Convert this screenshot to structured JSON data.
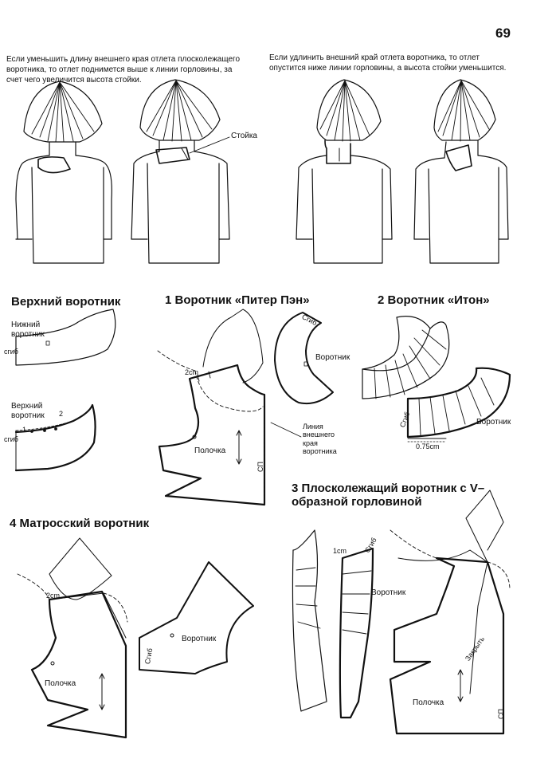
{
  "page_number": "69",
  "notes": {
    "left": "Если уменьшить длину внешнего края отлета плосколежащего воротника, то отлет поднимется выше к линии горловины, за счет чего увеличится высота стойки.",
    "right": "Если удлинить внешний край отлета воротника, то отлет опустится ниже линии горловины, а высота стойки уменьшится.",
    "stand_label": "Стойка"
  },
  "sections": {
    "upper_collar": {
      "title": "Верхний воротник",
      "lower_collar": "Нижний воротник",
      "upper_collar": "Верхний воротник",
      "fold": "сгиб",
      "mark_1": "1",
      "mark_2": "2"
    },
    "peter_pan": {
      "title": "1 Воротник «Питер Пэн»",
      "fold": "Сгиб",
      "collar": "Воротник",
      "measure": "2cm",
      "front": "Полочка",
      "cf": "СП",
      "line_label": "Линия внешнего края воротника"
    },
    "eton": {
      "title": "2 Воротник «Итон»",
      "fold": "Сгиб",
      "collar": "Воротник",
      "measure": "0.75cm"
    },
    "flat_v": {
      "title": "3 Плосколежащий воротник с V–образной горловиной",
      "measure": "1cm",
      "fold": "Сгиб",
      "collar": "Воротник",
      "close": "Закрыть",
      "front": "Полочка",
      "cf": "СП"
    },
    "sailor": {
      "title": "4 Матросский воротник",
      "measure": "2cm",
      "collar": "Воротник",
      "fold": "Сгиб",
      "front": "Полочка"
    }
  }
}
